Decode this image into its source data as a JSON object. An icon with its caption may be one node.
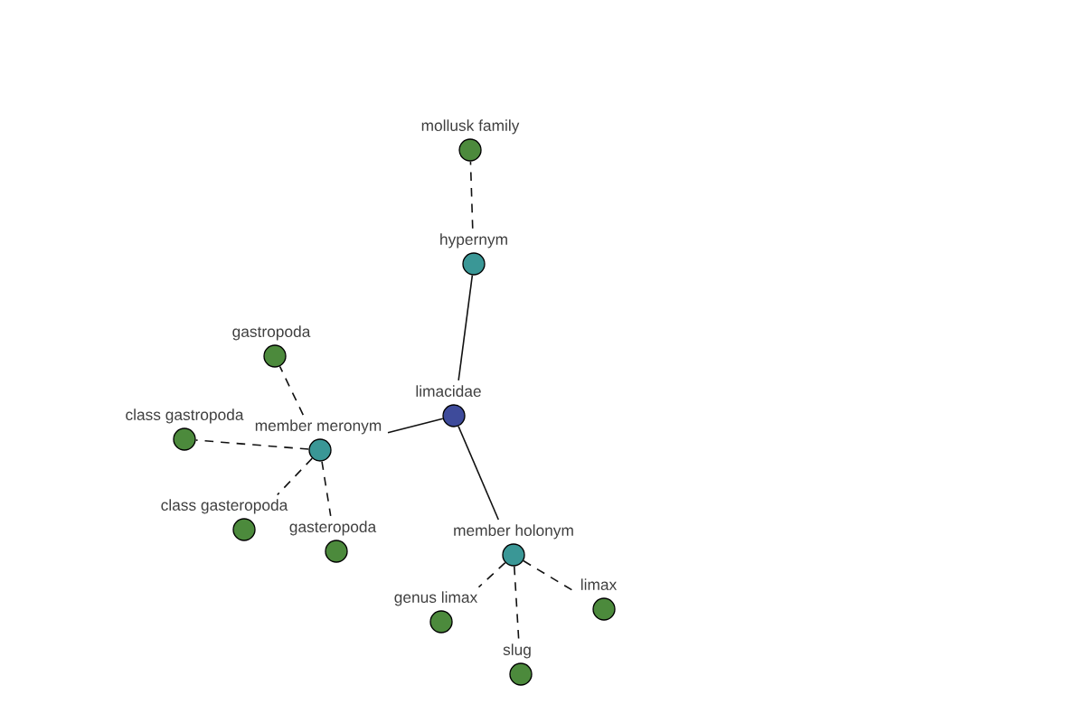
{
  "diagram": {
    "nodes": [
      {
        "text": [
          "mollusk family"
        ]
      },
      {
        "text": [
          "hypernym"
        ]
      },
      {
        "text": [
          "gastropoda"
        ]
      },
      {
        "text": [
          "limacidae"
        ]
      },
      {
        "text": [
          "class gastropoda"
        ]
      },
      {
        "text": [
          "member meronym"
        ]
      },
      {
        "text": [
          "class gasteropoda"
        ]
      },
      {
        "text": [
          "gasteropoda"
        ]
      },
      {
        "text": [
          "member holonym"
        ]
      },
      {
        "text": [
          "genus limax"
        ]
      },
      {
        "text": [
          "limax"
        ]
      },
      {
        "text": [
          "slug"
        ]
      }
    ],
    "edges": [
      {
        "from": 3,
        "to": 1,
        "arrow": "none"
      },
      {
        "from": 1,
        "to": 0,
        "arrow": "none",
        "style": "dashed"
      },
      {
        "from": 3,
        "to": 5,
        "arrow": "none"
      },
      {
        "from": 5,
        "to": 2,
        "arrow": "none",
        "style": "dashed"
      },
      {
        "from": 5,
        "to": 4,
        "arrow": "none",
        "style": "dashed"
      },
      {
        "from": 5,
        "to": 6,
        "arrow": "none",
        "style": "dashed"
      },
      {
        "from": 5,
        "to": 7,
        "arrow": "none",
        "style": "dashed"
      },
      {
        "from": 3,
        "to": 8,
        "arrow": "none"
      },
      {
        "from": 8,
        "to": 9,
        "arrow": "none",
        "style": "dashed"
      },
      {
        "from": 8,
        "to": 10,
        "arrow": "none",
        "style": "dashed"
      },
      {
        "from": 8,
        "to": 11,
        "arrow": "none",
        "style": "dashed"
      }
    ]
  }
}
